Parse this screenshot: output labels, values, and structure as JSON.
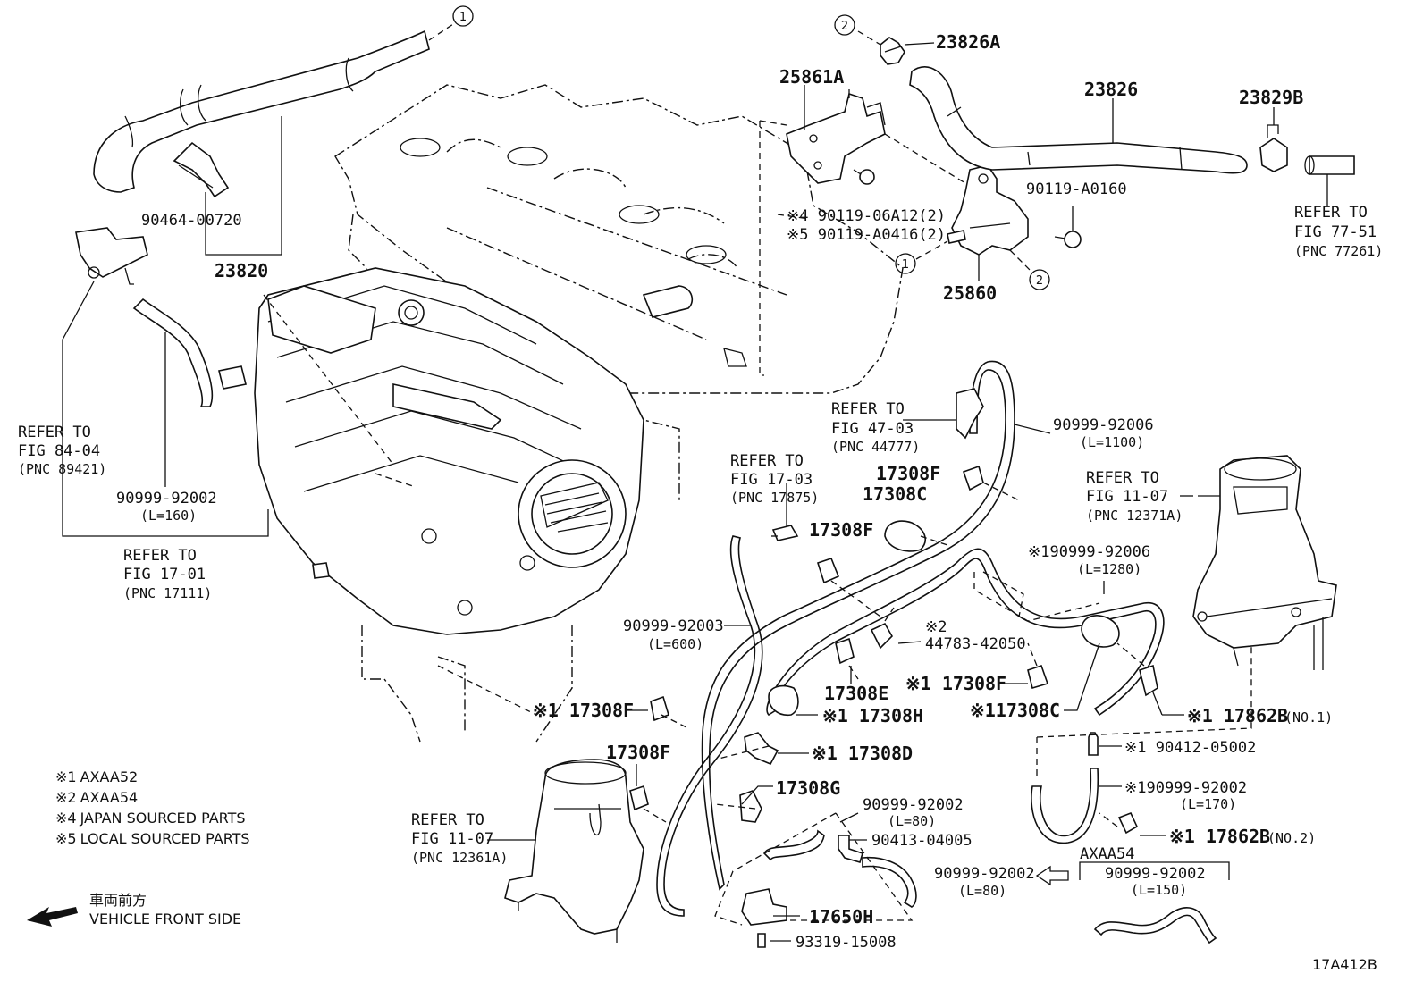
{
  "diagram_code": "17A412B",
  "legend": [
    {
      "mark": "※1",
      "text": "AXAA52"
    },
    {
      "mark": "※2",
      "text": "AXAA54"
    },
    {
      "mark": "※4",
      "text": "JAPAN SOURCED PARTS"
    },
    {
      "mark": "※5",
      "text": "LOCAL SOURCED PARTS"
    }
  ],
  "direction": {
    "jp": "車両前方",
    "en": "VEHICLE FRONT SIDE"
  },
  "callout_numbers": [
    "1",
    "2"
  ],
  "refer_blocks": [
    {
      "id": "ref-84-04",
      "l1": "REFER TO",
      "l2": "FIG 84-04",
      "l3": "(PNC 89421)"
    },
    {
      "id": "ref-17-01",
      "l1": "REFER TO",
      "l2": "FIG 17-01",
      "l3": "(PNC 17111)"
    },
    {
      "id": "ref-47-03",
      "l1": "REFER TO",
      "l2": "FIG 47-03",
      "l3": "(PNC 44777)"
    },
    {
      "id": "ref-17-03",
      "l1": "REFER TO",
      "l2": "FIG 17-03",
      "l3": "(PNC 17875)"
    },
    {
      "id": "ref-11-07a",
      "l1": "REFER TO",
      "l2": "FIG 11-07",
      "l3": "(PNC 12371A)"
    },
    {
      "id": "ref-11-07b",
      "l1": "REFER TO",
      "l2": "FIG 11-07",
      "l3": "(PNC 12361A)"
    },
    {
      "id": "ref-77-51",
      "l1": "REFER TO",
      "l2": "FIG 77-51",
      "l3": "(PNC 77261)"
    }
  ],
  "parts": {
    "p23826A": "23826A",
    "p25861A": "25861A",
    "p23826": "23826",
    "p23829B": "23829B",
    "p90119A0160": "90119-A0160",
    "p90119_06A12": "※4 90119-06A12(2)",
    "p90119_A0416": "※5 90119-A0416(2)",
    "p25860": "25860",
    "p90464": "90464-00720",
    "p23820": "23820",
    "p92002a": "90999-92002",
    "p92002a_len": "(L=160)",
    "p92006": "90999-92006",
    "p92006_len": "(L=1100)",
    "p17308F_1": "17308F",
    "p17308C_1": "17308C",
    "p17308F_2": "17308F",
    "p92006b": "※190999-92006",
    "p92006b_len": "(L=1280)",
    "p44783_mark": "※2",
    "p44783": "44783-42050",
    "p92003": "90999-92003",
    "p92003_len": "(L=600)",
    "p17308E": "17308E",
    "p17308F_3": "※1 17308F",
    "p17308C_2": "※117308C",
    "p17862B_1": "※1 17862B",
    "p17862B_1_no": "(NO.1)",
    "p17308H": "※1 17308H",
    "p17308F_4": "※1 17308F",
    "p17308D": "※1 17308D",
    "p90412": "※1 90412-05002",
    "p17308F_5": "17308F",
    "p17308G": "17308G",
    "p92002b": "※190999-92002",
    "p92002b_len": "(L=170)",
    "p92002c": "90999-92002",
    "p92002c_len": "(L=80)",
    "p90413": "90413-04005",
    "p17862B_2": "※1 17862B",
    "p17862B_2_no": "(NO.2)",
    "p92002d": "90999-92002",
    "p92002d_len": "(L=80)",
    "axaa54": "AXAA54",
    "p92002e": "90999-92002",
    "p92002e_len": "(L=150)",
    "p17650H": "17650H",
    "p93319": "93319-15008"
  }
}
